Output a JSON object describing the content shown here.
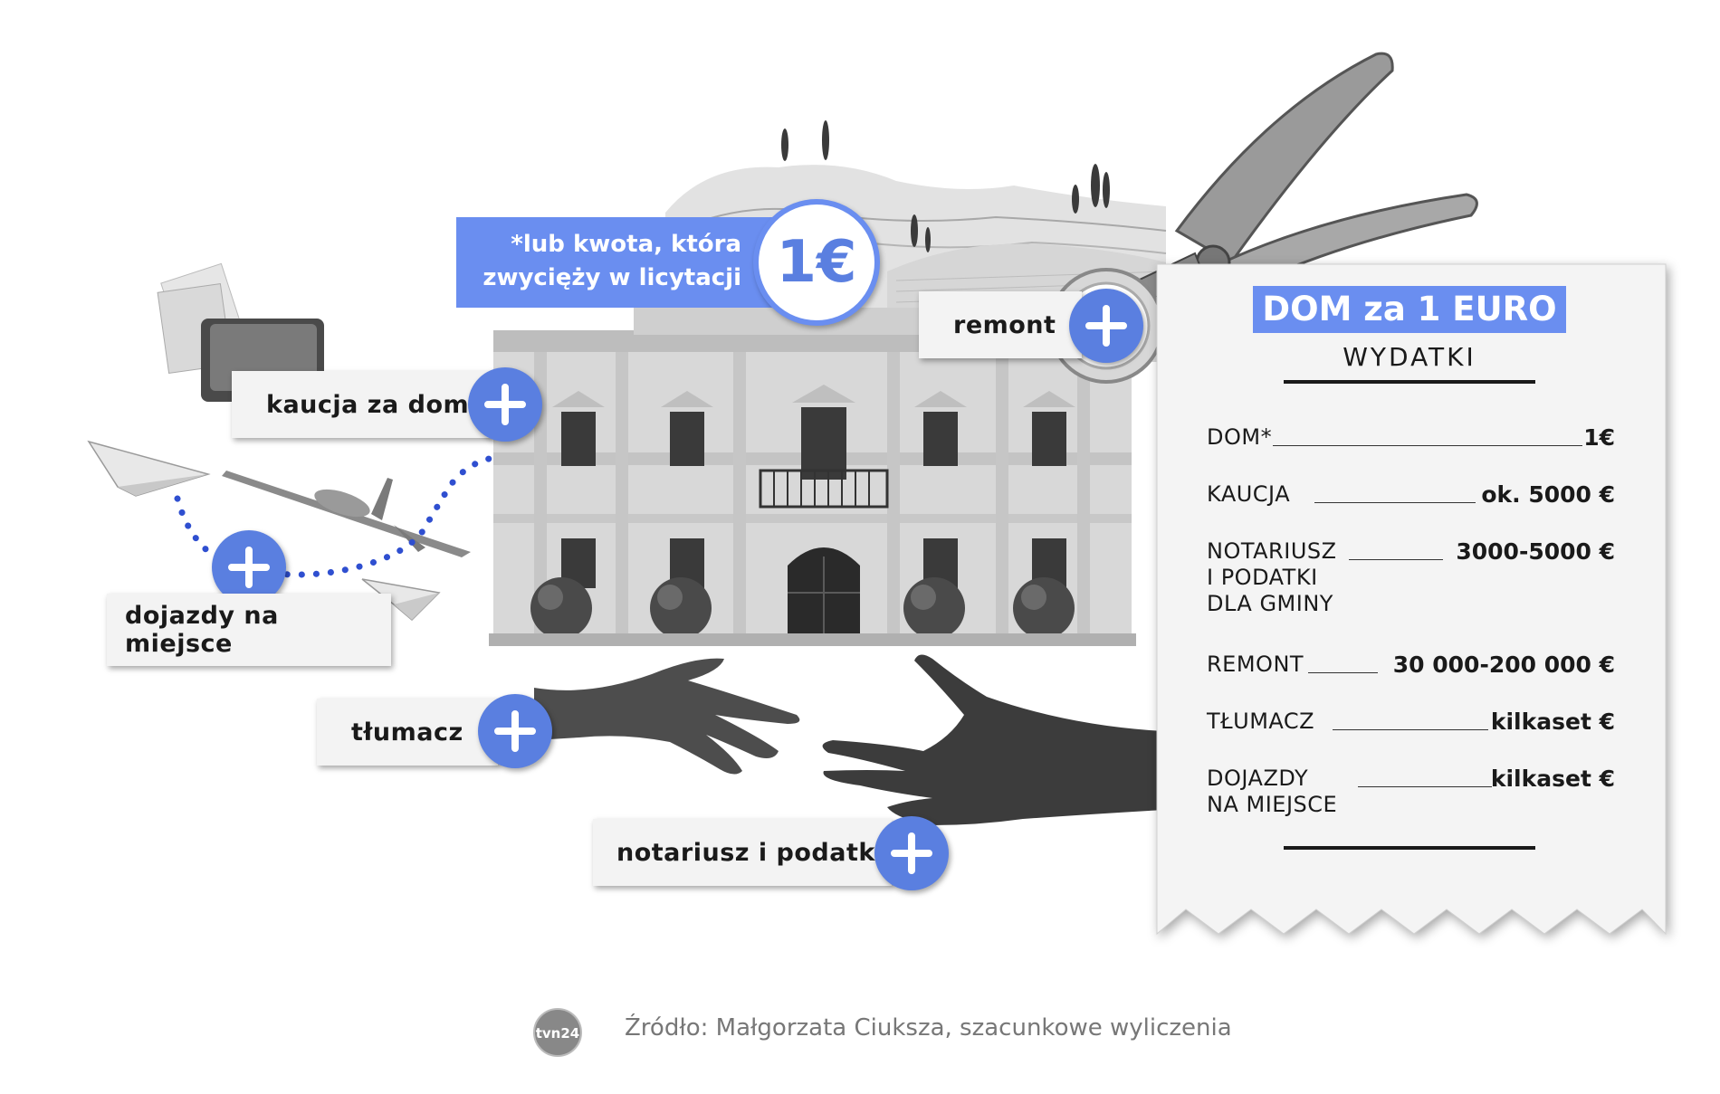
{
  "price": {
    "note_line1": "*lub kwota, która",
    "note_line2": "zwycięży w licytacji",
    "amount": "1€"
  },
  "labels": {
    "remont": "remont",
    "kaucja": "kaucja za dom",
    "dojazdy": "dojazdy na miejsce",
    "tlumacz": "tłumacz",
    "notariusz": "notariusz i podatki"
  },
  "receipt": {
    "title": "DOM za 1 EURO",
    "subtitle": "WYDATKI",
    "rows": [
      {
        "label_lines": [
          "DOM*"
        ],
        "value": "1€"
      },
      {
        "label_lines": [
          "KAUCJA"
        ],
        "value": "ok. 5000 €"
      },
      {
        "label_lines": [
          "NOTARIUSZ",
          "I PODATKI",
          "DLA GMINY"
        ],
        "value": "3000-5000 €"
      },
      {
        "label_lines": [
          "REMONT"
        ],
        "value": "30 000-200 000 €"
      },
      {
        "label_lines": [
          "TŁUMACZ"
        ],
        "value": "kilkaset €"
      },
      {
        "label_lines": [
          "DOJAZDY",
          "NA MIEJSCE"
        ],
        "value": "kilkaset €"
      }
    ]
  },
  "footer": {
    "source": "Źródło: Małgorzata Ciuksza, szacunkowe wyliczenia",
    "logo": "tvn24"
  },
  "colors": {
    "accent": "#6a8ef0",
    "plus": "#5a7fe0",
    "dots": "#2f4fd0"
  },
  "icons": [
    "plus-icon",
    "villa-illustration",
    "pliers-illustration",
    "hands-illustration",
    "paper-plane-icon",
    "airplane-icon",
    "wallet-icon",
    "tvn24-logo"
  ]
}
